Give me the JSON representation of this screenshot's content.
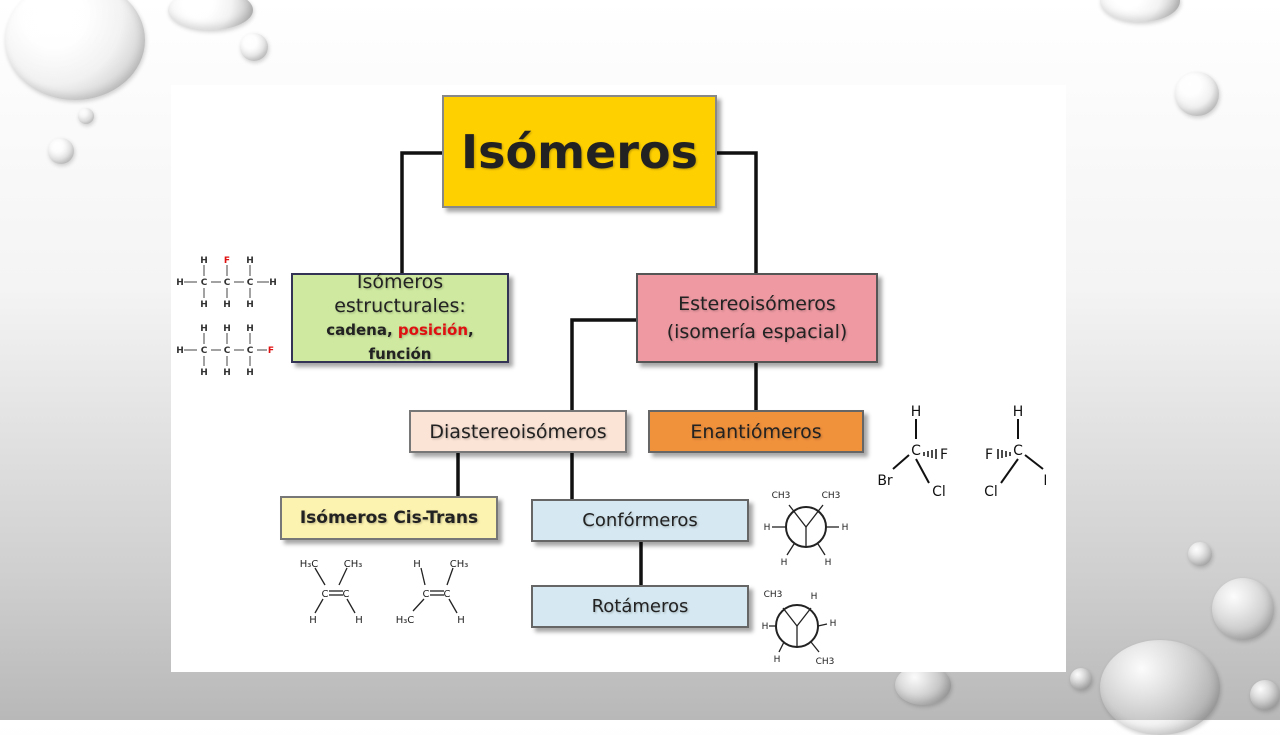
{
  "diagram": {
    "root": "Isómeros",
    "structural": {
      "line1": "Isómeros",
      "line2": "estructurales:",
      "types_a": "cadena, ",
      "types_b": "posición",
      "types_c": ", función"
    },
    "stereo": {
      "line1": "Estereoisómeros",
      "line2": "(isomería espacial)"
    },
    "diastereo": "Diastereoisómeros",
    "enantiomers": "Enantiómeros",
    "cis_trans": "Isómeros Cis-Trans",
    "conformers": "Confórmeros",
    "rotamers": "Rotámeros"
  },
  "chem_labels": {
    "H": "H",
    "F": "F",
    "C": "C",
    "Cl": "Cl",
    "Br": "Br",
    "H3C": "H₃C",
    "CH3": "CH₃",
    "ch3": "CH3"
  },
  "colors": {
    "root": "#ffd000",
    "structural": "#cfeaa0",
    "stereo": "#ef9aa3",
    "diastereo": "#fbe3d5",
    "enantiomers": "#f0913c",
    "cis_trans": "#fdf3b0",
    "conformers": "#d6e9f2",
    "highlight": "#e01010"
  }
}
